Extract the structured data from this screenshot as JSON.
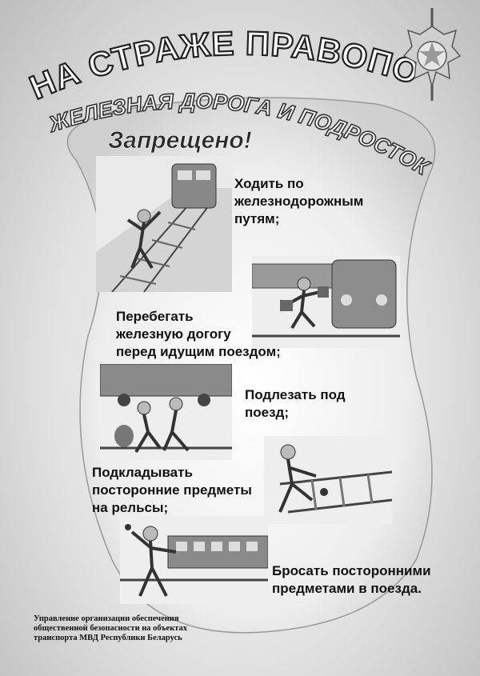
{
  "poster": {
    "header_line1": "НА СТРАЖЕ ПРАВОПОРЯДКА",
    "header_line2": "ЖЕЛЕЗНАЯ ДОРОГА И ПОДРОСТОК",
    "prohibited": "Запрещено!",
    "emblem_icon": "police-emblem-icon"
  },
  "rules": [
    "Ходить по\nжелезнодорожным\nпутям;",
    "Перебегать\nжелезную догогу\nперед идущим поездом;",
    "Подлезать под\nпоезд;",
    "Подкладывать\nпосторонние предметы\nна рельсы;",
    "Бросать посторонними\nпредметами в поезда."
  ],
  "footer": {
    "line1": "Управление организации обеспечения",
    "line2": "общественной безопасности на объектах",
    "line3": "транспорта МВД Республики Беларусь"
  },
  "colors": {
    "paper": "#f4f4f4",
    "ink": "#111111",
    "shade": "#bdbdbd"
  }
}
